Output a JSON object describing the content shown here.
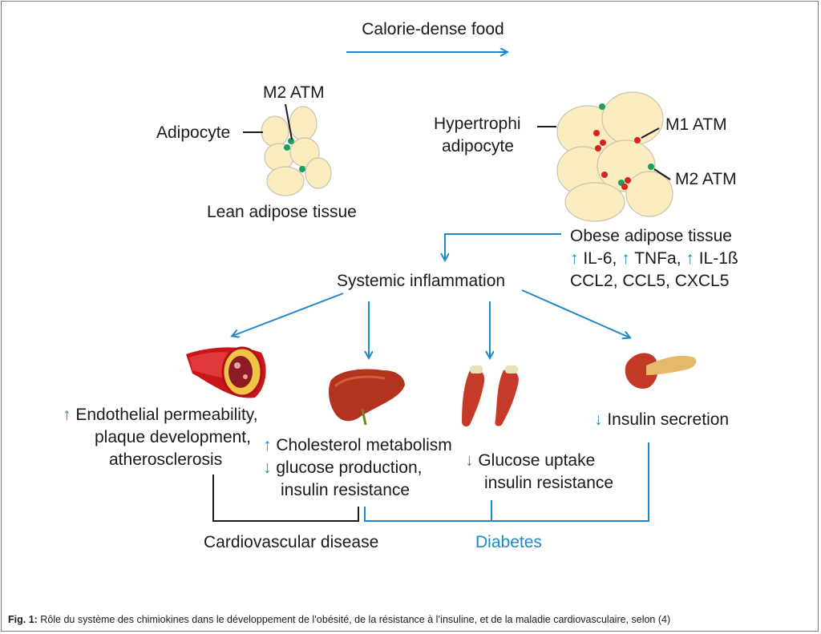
{
  "top": {
    "calorie_dense_food": "Calorie-dense food"
  },
  "lean": {
    "m2_atm": "M2 ATM",
    "adipocyte": "Adipocyte",
    "caption": "Lean adipose tissue"
  },
  "obese": {
    "hypertrophic_line1": "Hypertrophi",
    "hypertrophic_line2": "adipocyte",
    "m1_atm": "M1 ATM",
    "m2_atm": "M2 ATM",
    "caption": "Obese adipose tissue",
    "cytokines_line1": {
      "arrow1": "↑",
      "il6": "IL-6,",
      "arrow2": "↑",
      "tnfa": "TNFa,",
      "arrow3": "↑",
      "il1b": "IL-1ß"
    },
    "cytokines_line2": "CCL2, CCL5, CXCL5"
  },
  "center": {
    "systemic_inflammation": "Systemic inflammation"
  },
  "effects": {
    "vascular": {
      "arrow": "↑",
      "line1": "Endothelial permeability,",
      "line2": "plaque development,",
      "line3": "atherosclerosis"
    },
    "liver": {
      "arrow_up": "↑",
      "line1": "Cholesterol metabolism",
      "arrow_down": "↓",
      "line2": "glucose production,",
      "line3": "insulin resistance"
    },
    "muscle": {
      "arrow_down": "↓",
      "line1": "Glucose uptake",
      "line2": "insulin resistance"
    },
    "pancreas": {
      "arrow_down": "↓",
      "line1": "Insulin secretion"
    }
  },
  "outcomes": {
    "cardiovascular": "Cardiovascular disease",
    "diabetes": "Diabetes"
  },
  "caption": {
    "label": "Fig. 1:",
    "text": " Rôle du système des chimiokines dans le développement de l’obésité, de la résistance à l’insuline, et de la maladie cardiovasculaire, selon (4)"
  },
  "colors": {
    "arrow_blue": "#1e88c8",
    "adipocyte_fill": "#fbedbf",
    "m1_red": "#d8231f",
    "m2_green": "#1aa05a",
    "connector_black": "#1a1a1a"
  }
}
